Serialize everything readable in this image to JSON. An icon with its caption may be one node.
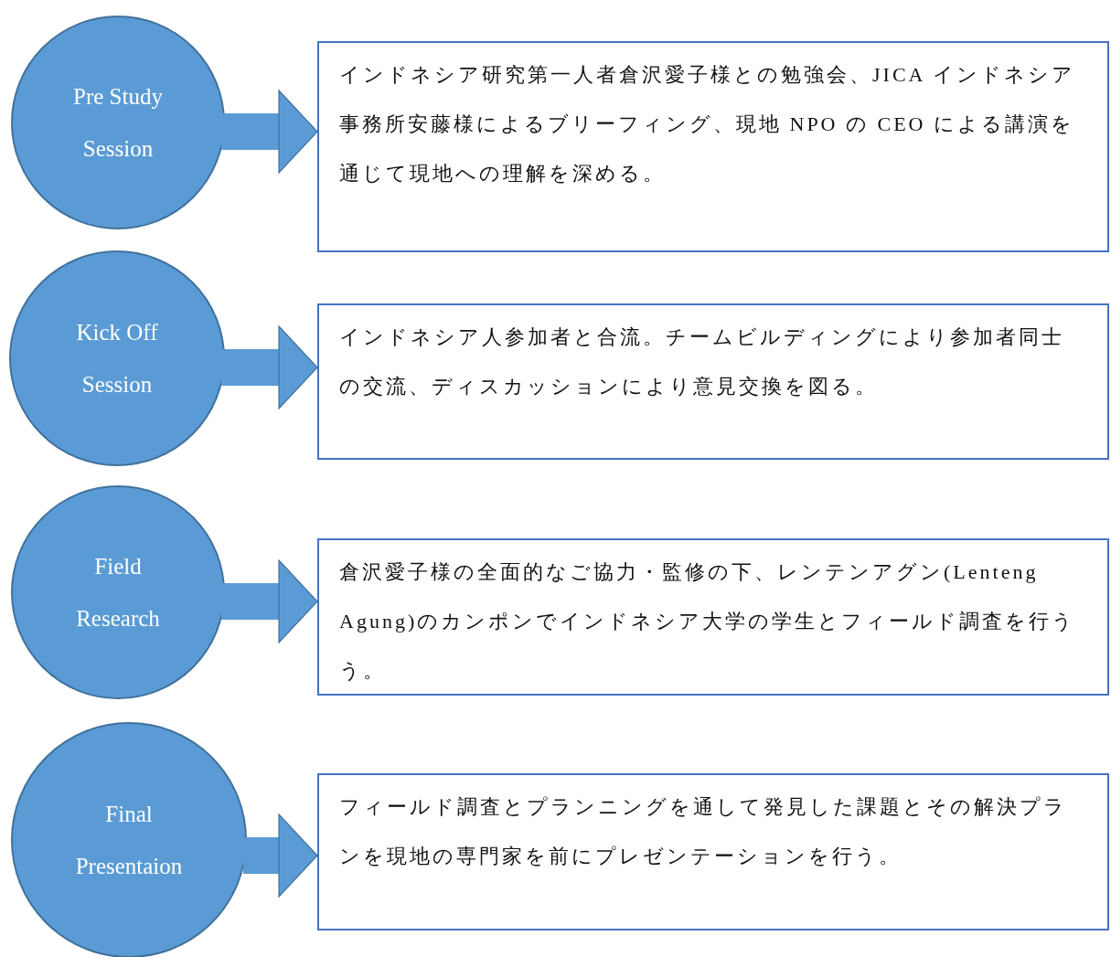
{
  "diagram": {
    "nodes": [
      {
        "text": [
          "Pre Study Session"
        ]
      },
      {
        "text": [
          "インドネシア研究第一人者倉沢愛子様との勉強会、JICA インドネシア事務所安藤様によるブリーフィング、現地 NPO の CEO による講演を通じて現地への理解を深める。"
        ]
      },
      {
        "text": [
          "Kick Off Session"
        ]
      },
      {
        "text": [
          "インドネシア人参加者と合流。チームビルディングにより参加者同士の交流、ディスカッションにより意見交換を図る。"
        ]
      },
      {
        "text": [
          "Field Research"
        ]
      },
      {
        "text": [
          "倉沢愛子様の全面的なご協力・監修の下、レンテンアグン(Lenteng Agung)のカンポンでインドネシア大学の学生とフィールド調査を行うう。"
        ]
      },
      {
        "text": [
          "Final Presentaion"
        ]
      },
      {
        "text": [
          "フィールド調査とプランニングを通して発見した課題とその解決プランを現地の専門家を前にプレゼンテーションを行う。"
        ]
      }
    ],
    "edges": [
      {
        "from": 0,
        "to": 1,
        "arrow": "to"
      },
      {
        "from": 2,
        "to": 3,
        "arrow": "to"
      },
      {
        "from": 4,
        "to": 5,
        "arrow": "to"
      },
      {
        "from": 6,
        "to": 7,
        "arrow": "to"
      }
    ]
  }
}
